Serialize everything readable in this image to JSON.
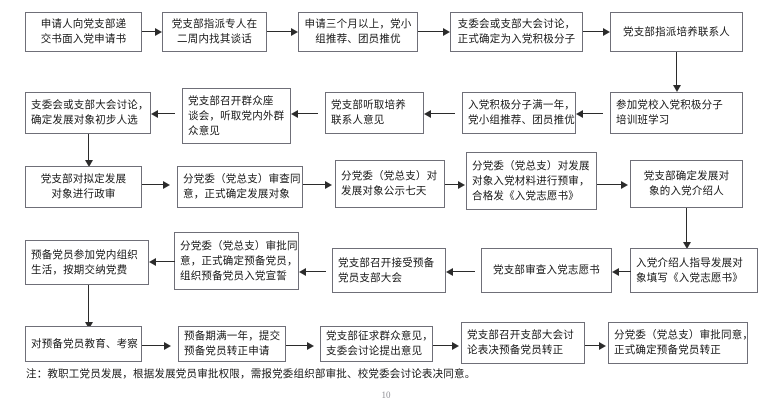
{
  "diagram": {
    "title_note": "注：教职工党员发展，根据发展党员审批权限，需报党委组织部审批、校党委会讨论表决同意。",
    "page_number": "10",
    "colors": {
      "box_border": "#6f6f78",
      "connector": "#2b2b2b",
      "text": "#161616",
      "background": "#ffffff"
    },
    "nodes": [
      {
        "id": "n1",
        "lines": [
          "申请人向党支部递",
          "交书面入党申请书"
        ]
      },
      {
        "id": "n2",
        "lines": [
          "党支部指派专人在",
          "二周内找其谈话"
        ]
      },
      {
        "id": "n3",
        "lines": [
          "申请三个月以上，党小",
          "组推荐、团员推优"
        ]
      },
      {
        "id": "n4",
        "lines": [
          "支委会或支部大会讨论，",
          "正式确定为入党积极分子"
        ]
      },
      {
        "id": "n5",
        "lines": [
          "党支部指派培养联系人"
        ]
      },
      {
        "id": "n6",
        "lines": [
          "参加党校入党积极分子",
          "培训班学习"
        ]
      },
      {
        "id": "n7",
        "lines": [
          "入党积极分子满一年，",
          "党小组推荐、团员推优"
        ]
      },
      {
        "id": "n8",
        "lines": [
          "党支部听取培养",
          "联系人意见"
        ]
      },
      {
        "id": "n9",
        "lines": [
          "党支部召开群众座",
          "谈会，听取党内外群",
          "众意见"
        ]
      },
      {
        "id": "n10",
        "lines": [
          "支委会或支部大会讨论，",
          "确定发展对象初步人选"
        ]
      },
      {
        "id": "n11",
        "lines": [
          "党支部对拟定发展",
          "对象进行政审"
        ]
      },
      {
        "id": "n12",
        "lines": [
          "分党委（党总支）审查同",
          "意，正式确定发展对象"
        ]
      },
      {
        "id": "n13",
        "lines": [
          "分党委（党总支）对",
          "发展对象公示七天"
        ]
      },
      {
        "id": "n14",
        "lines": [
          "分党委（党总支）对发展",
          "对象入党材料进行预审，",
          "合格发《入党志愿书》"
        ]
      },
      {
        "id": "n15",
        "lines": [
          "党支部确定发展对",
          "象的入党介绍人"
        ]
      },
      {
        "id": "n16",
        "lines": [
          "入党介绍人指导发展对",
          "象填写《入党志愿书》"
        ]
      },
      {
        "id": "n17",
        "lines": [
          "党支部审查入党志愿书"
        ]
      },
      {
        "id": "n18",
        "lines": [
          "党支部召开接受预备",
          "党员支部大会"
        ]
      },
      {
        "id": "n19",
        "lines": [
          "分党委（党总支）审批同",
          "意，正式确定预备党员，",
          "组织预备党员入党宣誓"
        ]
      },
      {
        "id": "n20",
        "lines": [
          "预备党员参加党内组织",
          "生活，按期交纳党费"
        ]
      },
      {
        "id": "n21",
        "lines": [
          "对预备党员教育、考察"
        ]
      },
      {
        "id": "n22",
        "lines": [
          "预备期满一年，提交",
          "预备党员转正申请"
        ]
      },
      {
        "id": "n23",
        "lines": [
          "党支部征求群众意见，",
          "支委会讨论提出意见"
        ]
      },
      {
        "id": "n24",
        "lines": [
          "党支部召开支部大会讨",
          "论表决预备党员转正"
        ]
      },
      {
        "id": "n25",
        "lines": [
          "分党委（党总支）审批同意，",
          "正式确定预备党员转正"
        ]
      }
    ]
  }
}
